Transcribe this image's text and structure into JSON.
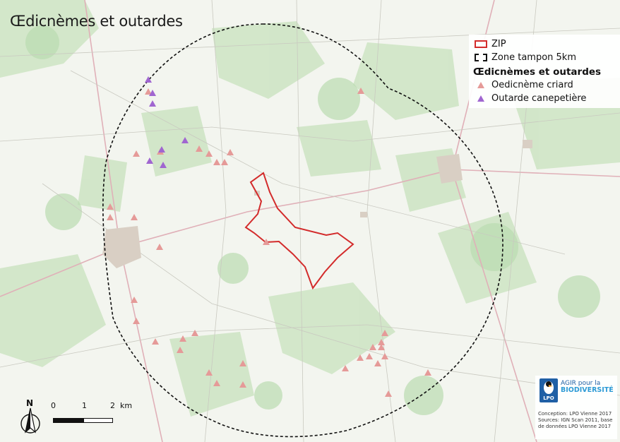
{
  "map": {
    "title": "Œdicnèmes et outardes",
    "legend": {
      "zip_label": "ZIP",
      "buffer_label": "Zone tampon 5km",
      "group_title": "Œdicnèmes et outardes",
      "items": [
        {
          "label": "Oedicnème criard",
          "color": "#e59a98"
        },
        {
          "label": "Outarde canepetière",
          "color": "#a066d0"
        }
      ]
    },
    "scale": {
      "labels": [
        "0",
        "1",
        "2",
        "km"
      ]
    },
    "north_label": "N",
    "credits": {
      "agir_line1": "AGIR pour la",
      "agir_line2": "BIODIVERSITÉ",
      "lpo": "LPO",
      "line1": "Conception: LPO Vienne 2017",
      "line2": "Sources: IGN Scan 2011, base",
      "line3": "de données LPO Vienne 2017"
    },
    "colors": {
      "zip_outline": "#d32b2b",
      "buffer_outline": "#111111",
      "oedicneme": "#e59a98",
      "outarde": "#a066d0"
    }
  }
}
